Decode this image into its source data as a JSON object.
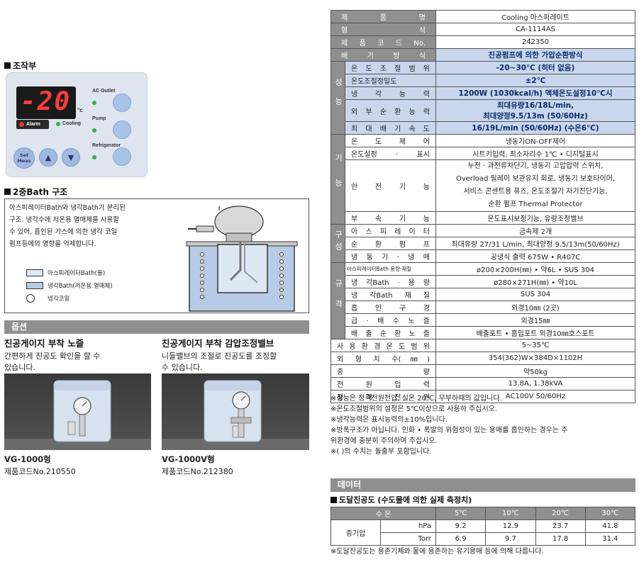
{
  "control": {
    "title": "조작부",
    "display": "-20",
    "unit": "°c",
    "alarm": "Alarm",
    "cooling": "Cooling",
    "ac_outlet": "AC Outlet",
    "pump": "Pump",
    "refrigerator": "Refrigerator",
    "set": "Set",
    "meas": "Meas",
    "up": "▲",
    "down": "▼"
  },
  "bath": {
    "title": "2중Bath 구조",
    "desc": [
      "아스피레이터Bath와 냉각Bath가 분리된",
      "구조. 냉각수에 저온용 열매체를 사용할",
      "수 있어, 흡인된 가스에 의한 냉각 코일",
      "펌프등에의 영향을 억제합니다."
    ],
    "legend": [
      "아스피레이터Bath(물)",
      "냉각Bath(저온용 열매체)",
      "냉각코일"
    ],
    "colors": {
      "aspirator": "#dde8f5",
      "cooling": "#b8cbe6"
    }
  },
  "options": {
    "bar": "옵션",
    "items": [
      {
        "title": "진공게이지 부착 노즐",
        "desc": [
          "간편하게 진공도 확인을 할 수",
          "있습니다."
        ],
        "model": "VG-1000형",
        "code": "제품코드No.210550"
      },
      {
        "title": "진공게이지 부착 감압조정밸브",
        "desc": [
          "니들밸브의 조절로 진공도를 조정할",
          "수 있습니다."
        ],
        "model": "VG-1000V형",
        "code": "제품코드No.212380"
      }
    ]
  },
  "spec": {
    "product_name": [
      "제 품 명",
      "Cooling 아스피레이트"
    ],
    "model": [
      "형 식",
      "CA-1114AS"
    ],
    "code": [
      "제 품 코 드 No.",
      "242350"
    ],
    "exhaust": [
      "배 기 방 식",
      "진공펌프에 의한 가압순환방식"
    ],
    "performance": {
      "group": "성능",
      "rows": [
        [
          "온 도 조 절 범 위",
          "-20~30℃ (히터 없음)"
        ],
        [
          "온도조절정밀도",
          "±2℃"
        ],
        [
          "냉 각 능 력",
          "1200W (1030kcal/h)  액체온도설정10℃시"
        ],
        [
          "외 부 순 환 능 력",
          "최대유량16/18L/min,|최대양정9.5/13m (50/60Hz)"
        ],
        [
          "최 대 배 기 속 도",
          "16/19L/min (50/60Hz) (수온6℃)"
        ]
      ]
    },
    "function": {
      "group": "기능",
      "rows": [
        [
          "온 도 제 어",
          "냉동기ON-OFF제어"
        ],
        [
          "온도설정 · 표시",
          "시트키입력, 최소자리수 1℃ • 디지털표시"
        ],
        [
          "안 전 기 능",
          "누전 · 과전류차단기, 냉동기 고압압력 스위치,|Overload 릴레이 보관유지 회로, 냉동기 보호타이머,|서비스 콘센트용 퓨즈, 온도조절기 자기진단기능,|순환 펌프 Thermal Protector"
        ],
        [
          "부 속 기 능",
          "온도표시보정기능, 유량조정밸브"
        ]
      ]
    },
    "composition": {
      "group": "구성",
      "rows": [
        [
          "아 스 피 레 이 터",
          "금속제 2개"
        ],
        [
          "순 환 펌 프",
          "최대유량 27/31 L/min, 최대양정 9.5/13m(50/60Hz)"
        ],
        [
          "냉 동 기 · 냉 매",
          "공냉식 출력 675W • R407C"
        ]
      ]
    },
    "standard": {
      "group": "규격",
      "rows": [
        [
          "아스피레이터Bath·용량·재질",
          "ø200×200H(㎜) • 약6L • SUS 304"
        ],
        [
          "냉 각Bath · 용 량",
          "ø280×271H(㎜) • 약10L"
        ],
        [
          "냉 각Bath 재 질",
          "SUS 304"
        ],
        [
          "흡 인 구 경",
          "외경10㎜ (2곳)"
        ],
        [
          "급 · 배 수 노 즐",
          "외경15㎜"
        ],
        [
          "배 출 순 환 노 즐",
          "배출포트 • 흡입포트 외경10㎜호스포트"
        ]
      ]
    },
    "tail": [
      [
        "사 용 환 경 온 도 범 위",
        "5~35℃"
      ],
      [
        "외 형 치 수(㎜)",
        "354(362)W×384D×1102H"
      ],
      [
        "중 량",
        "약50kg"
      ],
      [
        "전 원 입 력",
        "13.8A, 1.38kVA"
      ],
      [
        "정 격 전 원",
        "AC100V 50/60Hz"
      ]
    ]
  },
  "notes": [
    "※성능은 정격전원전압, 실온 20℃, 무부하때의 값입니다.",
    "※온도조절범위의 설정은 5℃이상으로 사용하 주십시오.",
    "※냉각능력은 표시능력의±10%입니다.",
    "※방폭구조가 아닙니다. 인화 • 폭발의 위험성이 있는 용매를 흡인하는 경우는 주",
    "위환경에 충분히 주의하여 주십시오.",
    "※( )의 수치는 돌출부 포함입니다."
  ],
  "data": {
    "bar": "데이터",
    "title": "도달진공도 (수도물에 의한 실제 측정치)",
    "head": [
      "수 온",
      "5℃",
      "10℃",
      "20℃",
      "30℃"
    ],
    "row_label": "증기압",
    "rows": [
      {
        "unit": "hPa",
        "values": [
          "9.2",
          "12.9",
          "23.7",
          "41.8"
        ]
      },
      {
        "unit": "Torr",
        "values": [
          "6.9",
          "9.7",
          "17.8",
          "31.4"
        ]
      }
    ],
    "footnote": "※도달진공도는 용존기체와 물에 용존하는 유기용매 등에 의해 다릅니다."
  }
}
